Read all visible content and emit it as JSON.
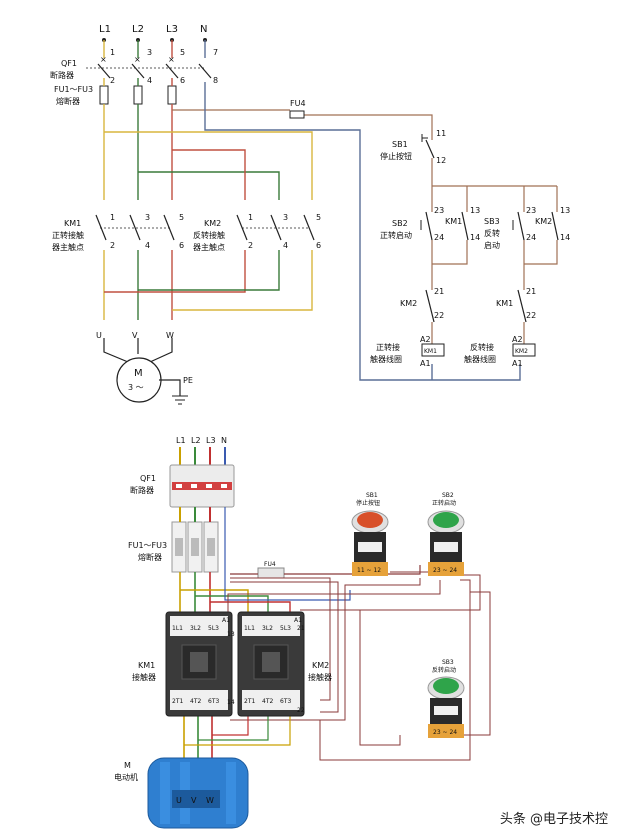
{
  "schematic": {
    "phases": [
      "L1",
      "L2",
      "L3",
      "N"
    ],
    "breaker": {
      "tag": "QF1",
      "name": "断路器",
      "terms_top": [
        "1",
        "3",
        "5",
        "7"
      ],
      "terms_bot": [
        "2",
        "4",
        "6",
        "8"
      ]
    },
    "fuses": {
      "tag": "FU1～FU3",
      "name": "熔断器"
    },
    "fu4": "FU4",
    "km1_main": {
      "tag": "KM1",
      "line1": "正转接触",
      "line2": "器主触点",
      "terms_top": [
        "1",
        "3",
        "5"
      ],
      "terms_bot": [
        "2",
        "4",
        "6"
      ]
    },
    "km2_main": {
      "tag": "KM2",
      "line1": "反转接触",
      "line2": "器主触点",
      "terms_top": [
        "1",
        "3",
        "5"
      ],
      "terms_bot": [
        "2",
        "4",
        "6"
      ]
    },
    "motor": {
      "terminals": [
        "U",
        "V",
        "W"
      ],
      "symbol": "M",
      "phase": "3 ～",
      "ground": "PE"
    },
    "sb1": {
      "tag": "SB1",
      "name": "停止按钮",
      "t1": "11",
      "t2": "12"
    },
    "sb2": {
      "tag": "SB2",
      "name": "正转启动",
      "t1": "23",
      "t2": "24"
    },
    "sb3": {
      "tag": "SB3",
      "name": "反转",
      "name2": "启动",
      "t1": "23",
      "t2": "24"
    },
    "km1_aux": {
      "tag": "KM1",
      "t1": "13",
      "t2": "14"
    },
    "km2_aux": {
      "tag": "KM2",
      "t1": "13",
      "t2": "14"
    },
    "interlock_left": {
      "tag": "KM2",
      "t1": "21",
      "t2": "22"
    },
    "interlock_right": {
      "tag": "KM1",
      "t1": "21",
      "t2": "22"
    },
    "coil1": {
      "tag": "KM1",
      "a2": "A2",
      "a1": "A1",
      "line1": "正转接",
      "line2": "触器线圈"
    },
    "coil2": {
      "tag": "KM2",
      "a2": "A2",
      "a1": "A1",
      "line1": "反转接",
      "line2": "触器线圈"
    }
  },
  "wiring": {
    "phases": [
      "L1",
      "L2",
      "L3",
      "N"
    ],
    "qf1": {
      "tag": "QF1",
      "name": "断路器"
    },
    "fuses": {
      "tag": "FU1～FU3",
      "name": "熔断器"
    },
    "fu4": "FU4",
    "km1": {
      "tag": "KM1",
      "name": "接触器",
      "top": [
        "1L1",
        "3L2",
        "5L3"
      ],
      "bot": [
        "2T1",
        "4T2",
        "6T3"
      ],
      "a": "A1",
      "aux_top": "13",
      "aux_bot": "14"
    },
    "km2": {
      "tag": "KM2",
      "name": "接触器",
      "top": [
        "1L1",
        "3L2",
        "5L3"
      ],
      "bot": [
        "2T1",
        "4T2",
        "6T3"
      ],
      "a": "A1",
      "aux_top": "21",
      "aux_bot": "22"
    },
    "sb1": {
      "tag": "SB1",
      "name": "停止按钮",
      "t": "11 ~ 12"
    },
    "sb2": {
      "tag": "SB2",
      "name": "正转启动",
      "t": "23 ~ 24"
    },
    "sb3": {
      "tag": "SB3",
      "name": "反转启动",
      "t": "23 ~ 24"
    },
    "motor": {
      "tag": "M",
      "name": "电动机",
      "terms": [
        "U",
        "V",
        "W"
      ]
    }
  },
  "watermark": "头条 @电子技术控",
  "colors": {
    "l1": "#d8b63e",
    "l2": "#3a7a3a",
    "l3": "#c05040",
    "n": "#5a6e96",
    "button_red": "#d8502a",
    "button_green": "#2fa44a",
    "motor_blue": "#2f7fd0"
  }
}
